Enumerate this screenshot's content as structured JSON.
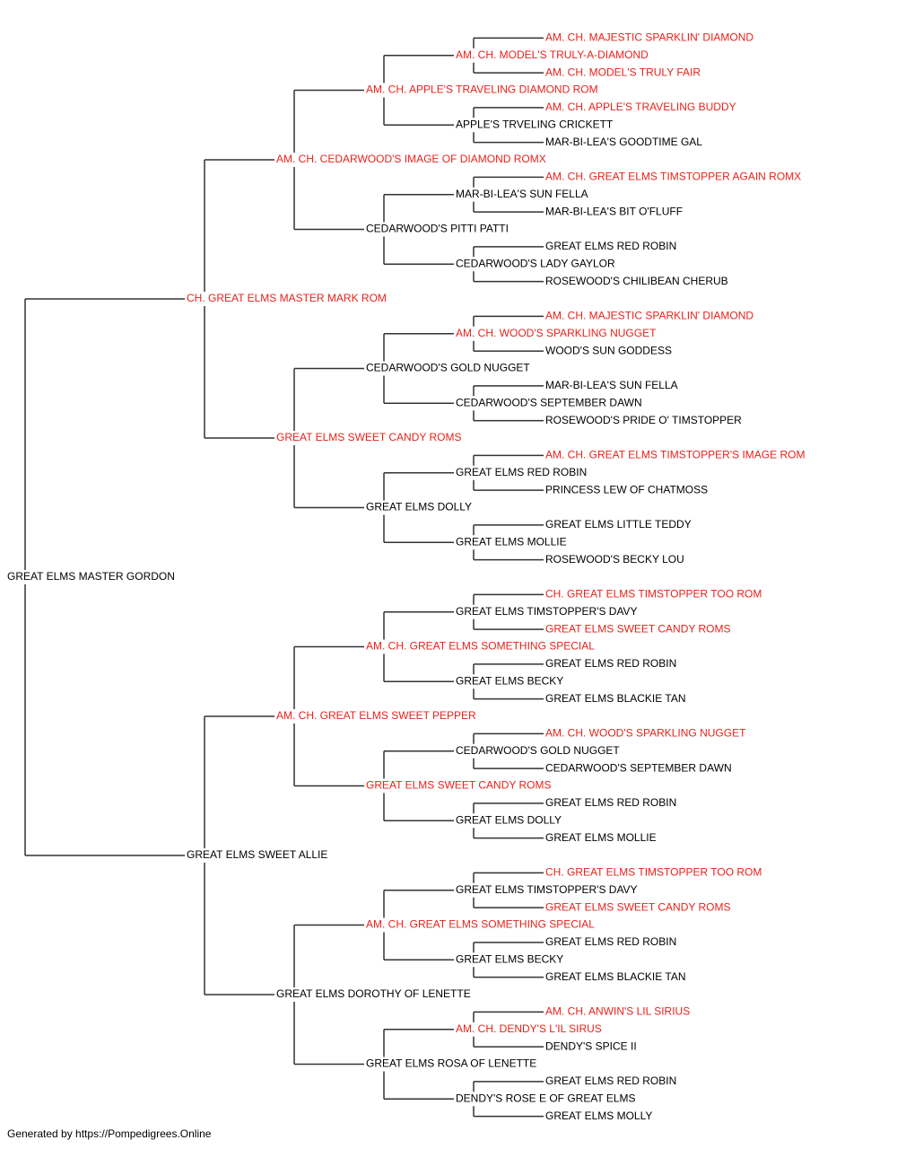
{
  "colors": {
    "champion": "#e8221b",
    "normal": "#000000",
    "line": "#333333"
  },
  "pedigree": {
    "name": "GREAT ELMS MASTER GORDON",
    "champion": false,
    "sire": {
      "name": "CH. GREAT ELMS MASTER MARK ROM",
      "champion": true,
      "sire": {
        "name": "AM. CH. CEDARWOOD'S IMAGE OF DIAMOND ROMX",
        "champion": true,
        "sire": {
          "name": "AM. CH. APPLE'S TRAVELING DIAMOND ROM",
          "champion": true,
          "sire": {
            "name": "AM. CH. MODEL'S TRULY-A-DIAMOND",
            "champion": true,
            "sire": {
              "name": "AM. CH. MAJESTIC SPARKLIN' DIAMOND",
              "champion": true
            },
            "dam": {
              "name": "AM. CH. MODEL'S TRULY FAIR",
              "champion": true
            }
          },
          "dam": {
            "name": "APPLE'S TRVELING CRICKETT",
            "champion": false,
            "sire": {
              "name": "AM. CH. APPLE'S TRAVELING BUDDY",
              "champion": true
            },
            "dam": {
              "name": "MAR-BI-LEA'S GOODTIME GAL",
              "champion": false
            }
          }
        },
        "dam": {
          "name": "CEDARWOOD'S PITTI PATTI",
          "champion": false,
          "sire": {
            "name": "MAR-BI-LEA'S SUN FELLA",
            "champion": false,
            "sire": {
              "name": "AM. CH. GREAT ELMS TIMSTOPPER AGAIN ROMX",
              "champion": true
            },
            "dam": {
              "name": "MAR-BI-LEA'S BIT O'FLUFF",
              "champion": false
            }
          },
          "dam": {
            "name": "CEDARWOOD'S LADY GAYLOR",
            "champion": false,
            "sire": {
              "name": "GREAT ELMS RED ROBIN",
              "champion": false
            },
            "dam": {
              "name": "ROSEWOOD'S CHILIBEAN CHERUB",
              "champion": false
            }
          }
        }
      },
      "dam": {
        "name": "GREAT ELMS SWEET CANDY ROMS",
        "champion": true,
        "sire": {
          "name": "CEDARWOOD'S GOLD NUGGET",
          "champion": false,
          "sire": {
            "name": "AM. CH. WOOD'S SPARKLING NUGGET",
            "champion": true,
            "sire": {
              "name": "AM. CH. MAJESTIC SPARKLIN' DIAMOND",
              "champion": true
            },
            "dam": {
              "name": "WOOD'S SUN GODDESS",
              "champion": false
            }
          },
          "dam": {
            "name": "CEDARWOOD'S SEPTEMBER DAWN",
            "champion": false,
            "sire": {
              "name": "MAR-BI-LEA'S SUN FELLA",
              "champion": false
            },
            "dam": {
              "name": "ROSEWOOD'S PRIDE O' TIMSTOPPER",
              "champion": false
            }
          }
        },
        "dam": {
          "name": "GREAT ELMS DOLLY",
          "champion": false,
          "sire": {
            "name": "GREAT ELMS RED ROBIN",
            "champion": false,
            "sire": {
              "name": "AM. CH. GREAT ELMS TIMSTOPPER'S IMAGE ROM",
              "champion": true
            },
            "dam": {
              "name": "PRINCESS LEW OF CHATMOSS",
              "champion": false
            }
          },
          "dam": {
            "name": "GREAT ELMS MOLLIE",
            "champion": false,
            "sire": {
              "name": "GREAT ELMS LITTLE TEDDY",
              "champion": false
            },
            "dam": {
              "name": "ROSEWOOD'S BECKY LOU",
              "champion": false
            }
          }
        }
      }
    },
    "dam": {
      "name": "GREAT ELMS SWEET ALLIE",
      "champion": false,
      "sire": {
        "name": "AM. CH. GREAT ELMS SWEET PEPPER",
        "champion": true,
        "sire": {
          "name": "AM. CH. GREAT ELMS SOMETHING SPECIAL",
          "champion": true,
          "sire": {
            "name": "GREAT ELMS TIMSTOPPER'S DAVY",
            "champion": false,
            "sire": {
              "name": "CH. GREAT ELMS TIMSTOPPER TOO ROM",
              "champion": true
            },
            "dam": {
              "name": "GREAT ELMS SWEET CANDY ROMS",
              "champion": true
            }
          },
          "dam": {
            "name": "GREAT ELMS BECKY",
            "champion": false,
            "sire": {
              "name": "GREAT ELMS RED ROBIN",
              "champion": false
            },
            "dam": {
              "name": "GREAT ELMS BLACKIE TAN",
              "champion": false
            }
          }
        },
        "dam": {
          "name": "GREAT ELMS SWEET CANDY ROMS",
          "champion": true,
          "sire": {
            "name": "CEDARWOOD'S GOLD NUGGET",
            "champion": false,
            "sire": {
              "name": "AM. CH. WOOD'S SPARKLING NUGGET",
              "champion": true
            },
            "dam": {
              "name": "CEDARWOOD'S SEPTEMBER DAWN",
              "champion": false
            }
          },
          "dam": {
            "name": "GREAT ELMS DOLLY",
            "champion": false,
            "sire": {
              "name": "GREAT ELMS RED ROBIN",
              "champion": false
            },
            "dam": {
              "name": "GREAT ELMS MOLLIE",
              "champion": false
            }
          }
        }
      },
      "dam": {
        "name": "GREAT ELMS DOROTHY OF LENETTE",
        "champion": false,
        "sire": {
          "name": "AM. CH. GREAT ELMS SOMETHING SPECIAL",
          "champion": true,
          "sire": {
            "name": "GREAT ELMS TIMSTOPPER'S DAVY",
            "champion": false,
            "sire": {
              "name": "CH. GREAT ELMS TIMSTOPPER TOO ROM",
              "champion": true
            },
            "dam": {
              "name": "GREAT ELMS SWEET CANDY ROMS",
              "champion": true
            }
          },
          "dam": {
            "name": "GREAT ELMS BECKY",
            "champion": false,
            "sire": {
              "name": "GREAT ELMS RED ROBIN",
              "champion": false
            },
            "dam": {
              "name": "GREAT ELMS BLACKIE TAN",
              "champion": false
            }
          }
        },
        "dam": {
          "name": "GREAT ELMS ROSA OF LENETTE",
          "champion": false,
          "sire": {
            "name": "AM. CH. DENDY'S L'IL SIRUS",
            "champion": true,
            "sire": {
              "name": "AM. CH. ANWIN'S LIL SIRIUS",
              "champion": true
            },
            "dam": {
              "name": "DENDY'S SPICE II",
              "champion": false
            }
          },
          "dam": {
            "name": "DENDY'S ROSE E OF GREAT ELMS",
            "champion": false,
            "sire": {
              "name": "GREAT ELMS RED ROBIN",
              "champion": false
            },
            "dam": {
              "name": "GREAT ELMS MOLLY",
              "champion": false
            }
          }
        }
      }
    }
  },
  "footer": {
    "text": "Generated by https://Pompedigrees.Online"
  }
}
